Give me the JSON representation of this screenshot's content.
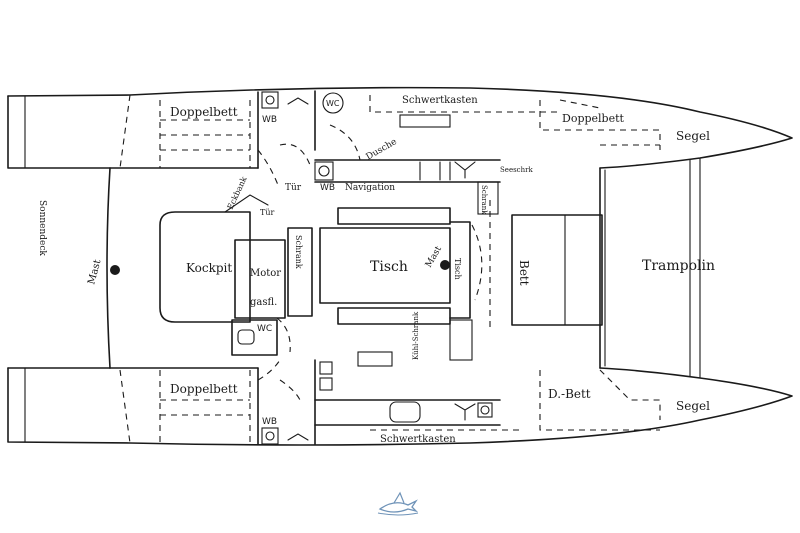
{
  "labels": {
    "doppelbett_port": "Doppelbett",
    "doppelbett_stb": "Doppelbett",
    "doppelbett_port_bow": "Doppelbett",
    "dbett_stb_bow": "D.-Bett",
    "schwertkasten_port": "Schwertkasten",
    "schwertkasten_stb": "Schwertkasten",
    "segel_port": "Segel",
    "segel_stb": "Segel",
    "wb_port": "WB",
    "wb_stb": "WB",
    "wc_port": "WC",
    "wc_cockpit": "WC",
    "tur": "Tür",
    "wb_nav": "WB",
    "navigation": "Navigation",
    "dusche": "Dusche",
    "eckbank": "Eckbank",
    "tur_small": "Tür",
    "kockpit": "Kockpit",
    "motor": "Motor",
    "gasfl": "gasfl.",
    "schrank_left": "Schrank",
    "tisch": "Tisch",
    "mast_center": "Mast",
    "tisch_small": "Tisch",
    "schrank_top": "Schrank",
    "seeschrank": "Seeschrk",
    "bett": "Bett",
    "trampolin": "Trampolin",
    "kuehlschrank": "Kühl-Schrank",
    "mast_left": "Mast",
    "sonnendeck": "Sonnendeck"
  },
  "colors": {
    "ink": "#1a1a1a",
    "background": "#ffffff",
    "logo": "#6f93b8"
  },
  "logo_icon": "flying-fish-logo"
}
